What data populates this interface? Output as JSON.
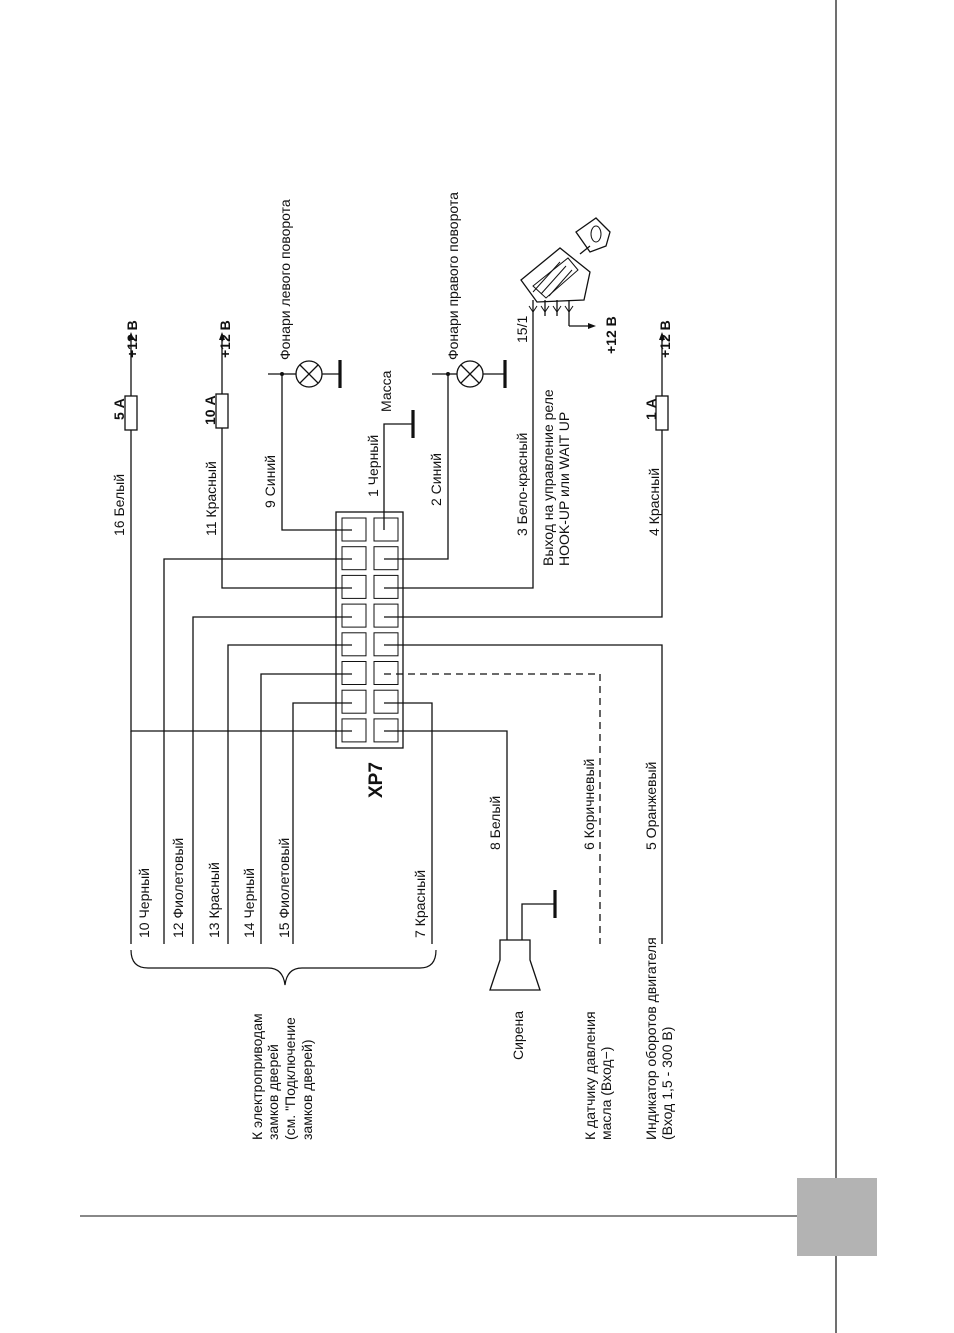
{
  "connector": {
    "name": "XP7"
  },
  "wires": {
    "w1": "1 Черный",
    "w2": "2 Синий",
    "w3": "3 Бело-красный",
    "w4": "4 Красный",
    "w5": "5 Оранжевый",
    "w6": "6 Коричневый",
    "w7": "7 Красный",
    "w8": "8 Белый",
    "w9": "9 Синий",
    "w10": "10 Черный",
    "w11": "11 Красный",
    "w12": "12 Фиолетовый",
    "w13": "13 Красный",
    "w14": "14 Черный",
    "w15": "15 Фиолетовый",
    "w16": "16 Белый"
  },
  "fuses": {
    "f5": "5 А",
    "f10": "10 А",
    "f1": "1 А"
  },
  "power": {
    "v1": "+12 В",
    "v2": "+12 В",
    "v3": "+12 В",
    "v4": "+12 В"
  },
  "components": {
    "ground": "Масса",
    "left_turn": "Фонари левого поворота",
    "right_turn": "Фонари правого поворота",
    "relay_line1": "Выход на управление реле",
    "relay_line2": "HOOK-UP или WAIT UP",
    "ignition_terminal": "15/1",
    "siren": "Сирена"
  },
  "notes": {
    "door_locks": [
      "К электроприводам",
      "замков дверей",
      "(см. \"Подключение",
      "замков дверей)"
    ],
    "oil_pressure": [
      "К датчику давления",
      "масла (Вход−)"
    ],
    "tachometer": [
      "Индикатор оборотов двигателя",
      "(Вход 1,5 - 300 В)"
    ]
  }
}
